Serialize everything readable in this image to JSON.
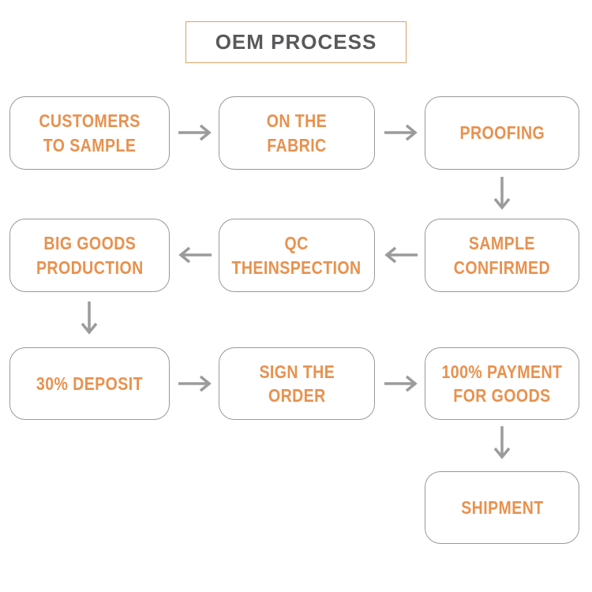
{
  "title": {
    "label": "OEM PROCESS"
  },
  "nodes": [
    {
      "id": "customers-to-sample",
      "label": "CUSTOMERS\nTO SAMPLE"
    },
    {
      "id": "on-the-fabric",
      "label": "ON THE\nFABRIC"
    },
    {
      "id": "proofing",
      "label": "PROOFING"
    },
    {
      "id": "big-goods-production",
      "label": "BIG GOODS\nPRODUCTION"
    },
    {
      "id": "qc-theinspection",
      "label": "QC\nTHEINSPECTION"
    },
    {
      "id": "sample-confirmed",
      "label": "SAMPLE\nCONFIRMED"
    },
    {
      "id": "deposit-30",
      "label": "30% DEPOSIT"
    },
    {
      "id": "sign-the-order",
      "label": "SIGN THE\nORDER"
    },
    {
      "id": "payment-100",
      "label": "100% PAYMENT\nFOR GOODS"
    },
    {
      "id": "shipment",
      "label": "SHIPMENT"
    }
  ],
  "flow": [
    "CUSTOMERS TO SAMPLE -> ON THE FABRIC -> PROOFING -> SAMPLE CONFIRMED -> QC THEINSPECTION -> BIG GOODS PRODUCTION -> 30% DEPOSIT -> SIGN THE ORDER -> 100% PAYMENT FOR GOODS -> SHIPMENT"
  ],
  "colors": {
    "node_text": "#E8914E",
    "node_border": "#97999B",
    "title_border": "#DCA263",
    "title_text": "#58595B",
    "arrow": "#9B9B9B",
    "background": "#FFFFFF"
  }
}
